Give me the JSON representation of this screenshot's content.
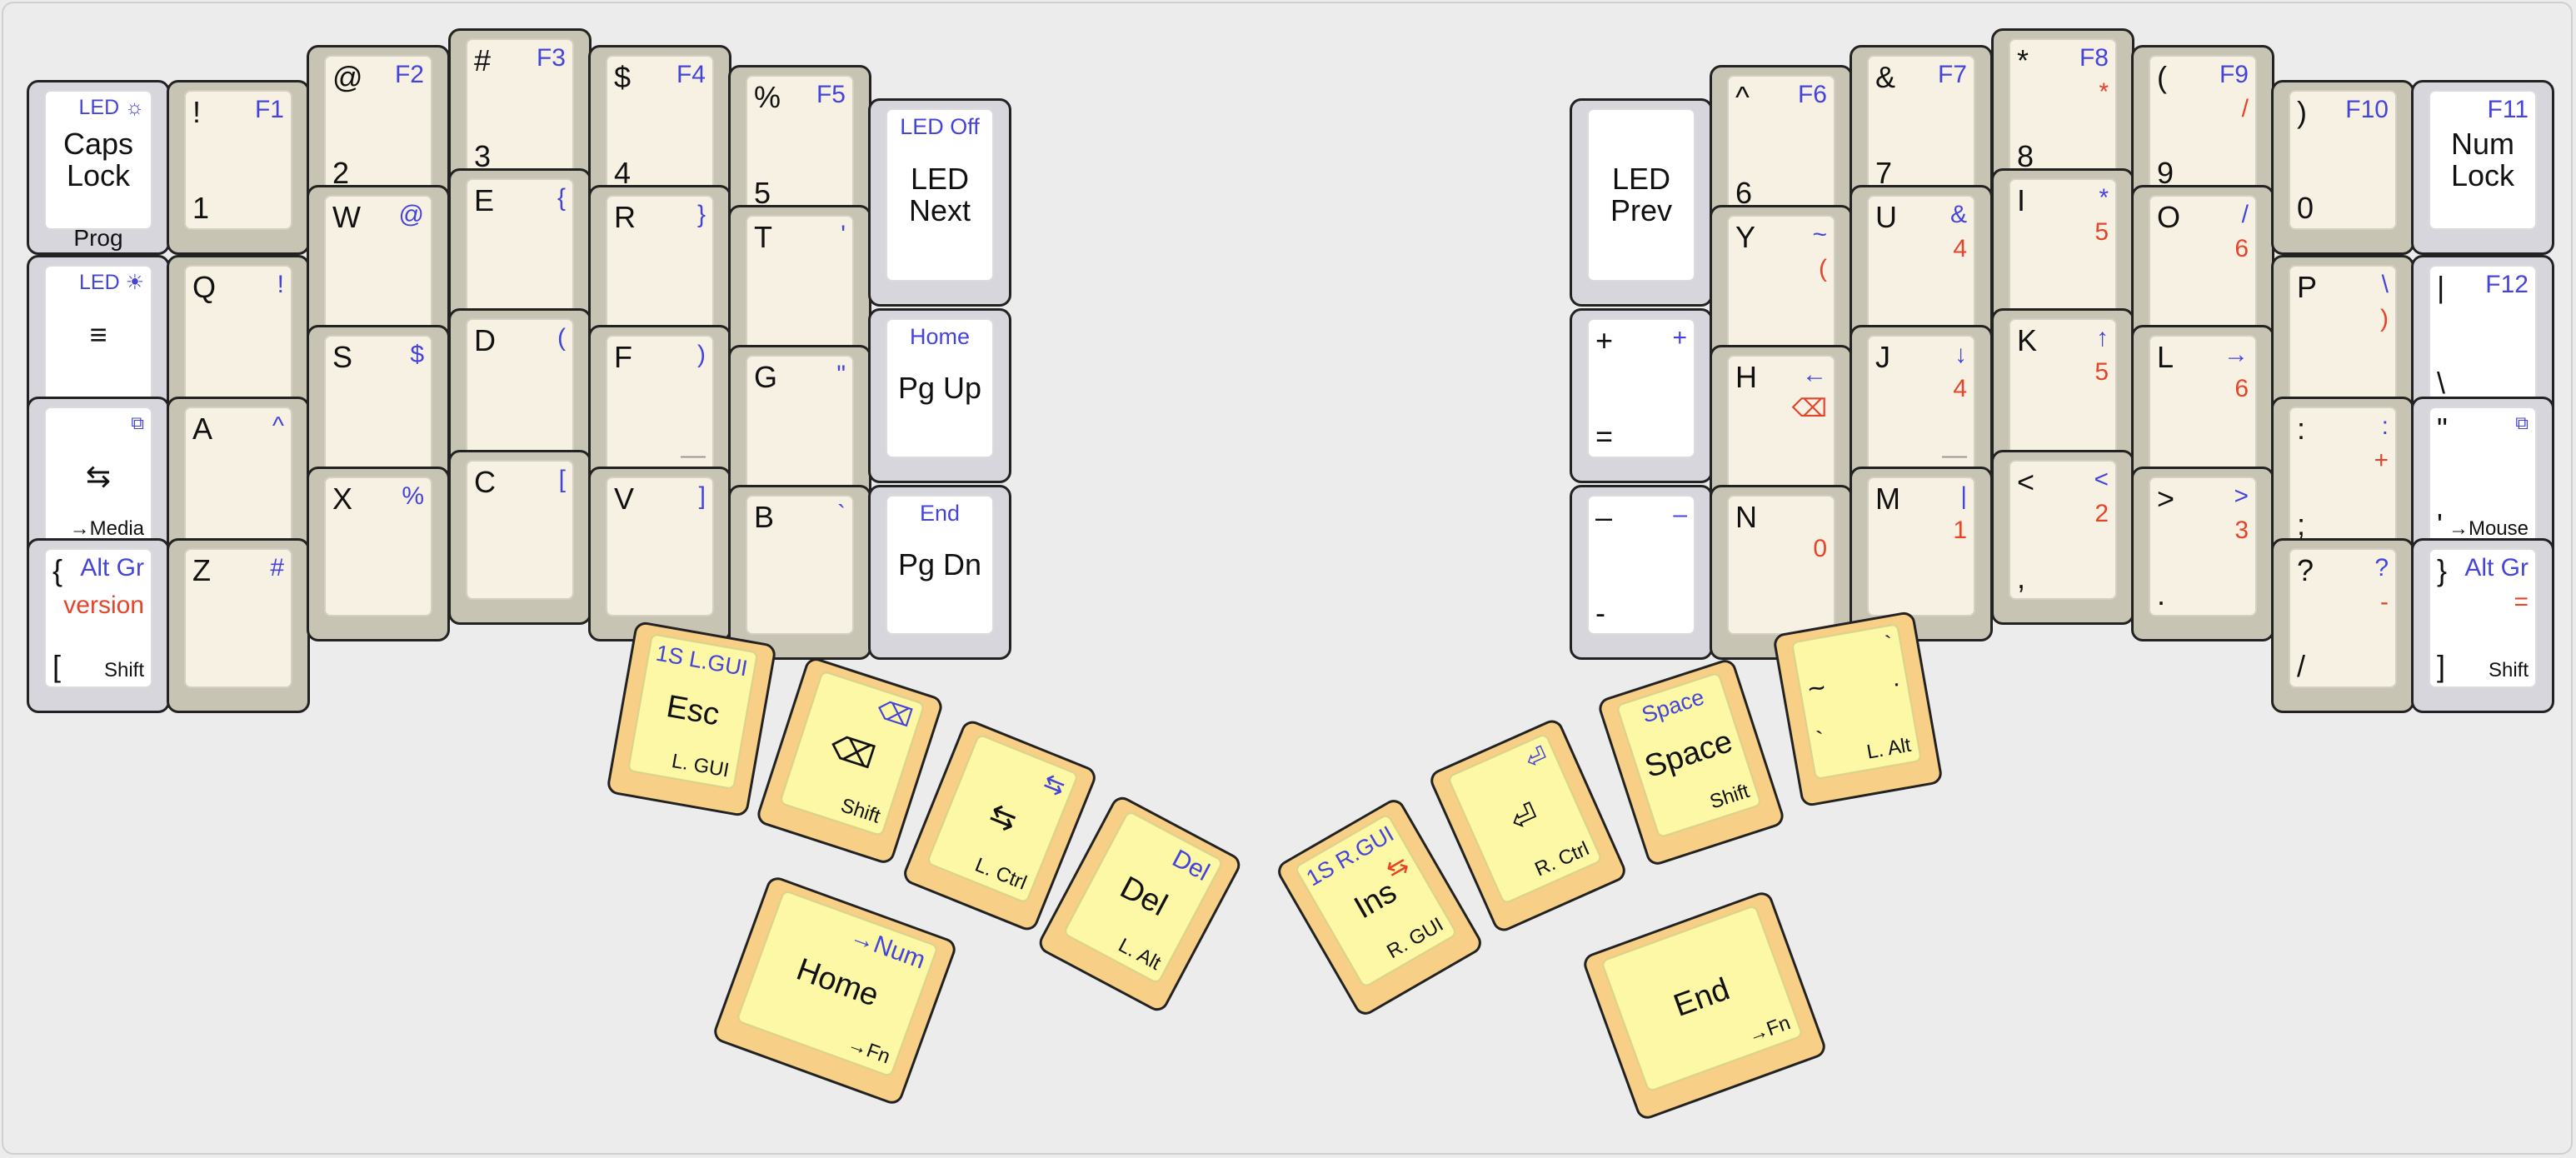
{
  "colors": {
    "blue_legend": "#4444dd",
    "red_legend": "#e6442a",
    "thumb_cap": "#f7cf86",
    "thumb_face": "#fcf8a5",
    "std_cap": "#c8c4b4",
    "std_face": "#f7f1e3",
    "mod_cap": "#d6d6dc"
  },
  "keys": [
    {
      "id": "caps-lock",
      "tr": "LED ☼",
      "cm": "Caps\nLock",
      "cb": "Prog"
    },
    {
      "id": "menu",
      "tr": "LED ☀",
      "cm": "≡"
    },
    {
      "id": "tab",
      "tr": "⧉",
      "cm": "⇆",
      "lb": "→Media"
    },
    {
      "id": "left-shift",
      "tl": "{",
      "bl": "[",
      "ct": "Alt Gr",
      "ctr": "version",
      "lb": "Shift"
    },
    {
      "id": "key-1",
      "tl": "!",
      "bl": "1",
      "tr": "F1"
    },
    {
      "id": "key-q",
      "tl": "Q",
      "tr": "!"
    },
    {
      "id": "key-a",
      "tl": "A",
      "tr": "^"
    },
    {
      "id": "key-z",
      "tl": "Z",
      "tr": "#"
    },
    {
      "id": "key-2",
      "tl": "@",
      "bl": "2",
      "tr": "F2"
    },
    {
      "id": "key-w",
      "tl": "W",
      "tr": "@"
    },
    {
      "id": "key-s",
      "tl": "S",
      "tr": "$"
    },
    {
      "id": "key-x",
      "tl": "X",
      "tr": "%"
    },
    {
      "id": "key-3",
      "tl": "#",
      "bl": "3",
      "tr": "F3"
    },
    {
      "id": "key-e",
      "tl": "E",
      "tr": "{"
    },
    {
      "id": "key-d",
      "tl": "D",
      "tr": "("
    },
    {
      "id": "key-c",
      "tl": "C",
      "tr": "["
    },
    {
      "id": "key-4",
      "tl": "$",
      "bl": "4",
      "tr": "F4"
    },
    {
      "id": "key-r",
      "tl": "R",
      "tr": "}"
    },
    {
      "id": "key-f",
      "tl": "F",
      "tr": ")",
      "br": "—",
      "brsub": true
    },
    {
      "id": "key-v",
      "tl": "V",
      "tr": "]"
    },
    {
      "id": "key-5",
      "tl": "%",
      "bl": "5",
      "tr": "F5"
    },
    {
      "id": "key-t",
      "tl": "T",
      "tr": "'"
    },
    {
      "id": "key-g",
      "tl": "G",
      "tr": "\""
    },
    {
      "id": "key-b",
      "tl": "B",
      "tr": "`"
    },
    {
      "id": "led-next",
      "ct": "LED Off",
      "cm": "LED\nNext"
    },
    {
      "id": "page-up",
      "ct": "Home",
      "cm": "Pg Up"
    },
    {
      "id": "page-down",
      "ct": "End",
      "cm": "Pg Dn"
    },
    {
      "id": "led-prev",
      "cm": "LED\nPrev"
    },
    {
      "id": "key-plus",
      "tl": "+",
      "bl": "=",
      "tr": "+"
    },
    {
      "id": "key-minus",
      "tl": "–",
      "bl": "-",
      "tr": "–"
    },
    {
      "id": "key-6",
      "tl": "^",
      "bl": "6",
      "tr": "F6"
    },
    {
      "id": "key-y",
      "tl": "Y",
      "tr": "~",
      "mr": "("
    },
    {
      "id": "key-h",
      "tl": "H",
      "tr": "←",
      "mr": "⌫"
    },
    {
      "id": "key-n",
      "tl": "N",
      "mr": "0"
    },
    {
      "id": "key-7",
      "tl": "&",
      "bl": "7",
      "tr": "F7"
    },
    {
      "id": "key-u",
      "tl": "U",
      "tr": "&",
      "mr": "4"
    },
    {
      "id": "key-j",
      "tl": "J",
      "tr": "↓",
      "mr": "4",
      "br": "—",
      "brsub": true
    },
    {
      "id": "key-m",
      "tl": "M",
      "tr": "|",
      "mr": "1"
    },
    {
      "id": "key-8",
      "tl": "*",
      "bl": "8",
      "tr": "F8",
      "mr": "*"
    },
    {
      "id": "key-i",
      "tl": "I",
      "tr": "*",
      "mr": "5"
    },
    {
      "id": "key-k",
      "tl": "K",
      "tr": "↑",
      "mr": "5"
    },
    {
      "id": "key-comma",
      "tl": "<",
      "bl": ",",
      "tr": "<",
      "mr": "2"
    },
    {
      "id": "key-9",
      "tl": "(",
      "bl": "9",
      "tr": "F9",
      "mr": "/"
    },
    {
      "id": "key-o",
      "tl": "O",
      "tr": "/",
      "mr": "6"
    },
    {
      "id": "key-l",
      "tl": "L",
      "tr": "→",
      "mr": "6"
    },
    {
      "id": "key-period",
      "tl": ">",
      "bl": ".",
      "tr": ">",
      "mr": "3"
    },
    {
      "id": "key-0",
      "tl": ")",
      "bl": "0",
      "tr": "F10"
    },
    {
      "id": "key-p",
      "tl": "P",
      "tr": "\\",
      "mr": ")"
    },
    {
      "id": "key-semicolon",
      "tl": ":",
      "bl": ";",
      "tr": ":",
      "mr": "+"
    },
    {
      "id": "key-slash",
      "tl": "?",
      "bl": "/",
      "tr": "?",
      "mr": "-"
    },
    {
      "id": "num-lock",
      "tr": "F11",
      "cm": "Num\nLock"
    },
    {
      "id": "key-backslash",
      "tl": "|",
      "bl": "\\",
      "tr": "F12"
    },
    {
      "id": "key-quote",
      "tl": "\"",
      "bl": "'",
      "tr": "⧉",
      "lb": "→Mouse"
    },
    {
      "id": "right-shift",
      "tl": "}",
      "bl": "]",
      "tr": "Alt Gr",
      "mr": "=",
      "lb": "Shift"
    },
    {
      "id": "thumb-esc",
      "ct": "1S L.GUI",
      "cm": "Esc",
      "lb": "L. GUI"
    },
    {
      "id": "thumb-backspace",
      "tr": "⌫",
      "cm": "⌫",
      "lb": "Shift"
    },
    {
      "id": "thumb-tab",
      "tr": "⇆",
      "cm": "⇆",
      "lb": "L. Ctrl"
    },
    {
      "id": "thumb-del",
      "tr": "Del",
      "cm": "Del",
      "lb": "L. Alt"
    },
    {
      "id": "thumb-home",
      "tr": "→Num",
      "cm": "Home",
      "lb": "→Fn"
    },
    {
      "id": "thumb-ins",
      "ct": "1S R.GUI",
      "ctr": "⇆",
      "cm": "Ins",
      "lb": "R. GUI"
    },
    {
      "id": "thumb-enter",
      "tr": "⏎",
      "cm": "⏎",
      "lb": "R. Ctrl"
    },
    {
      "id": "thumb-space",
      "ct": "Space",
      "cm": "Space",
      "lb": "Shift"
    },
    {
      "id": "thumb-tilde",
      "tl": "~",
      "bl": "`",
      "tr": "`",
      "mr": ".",
      "lb": "L. Alt"
    },
    {
      "id": "thumb-end",
      "cm": "End",
      "lb": "→Fn"
    }
  ]
}
